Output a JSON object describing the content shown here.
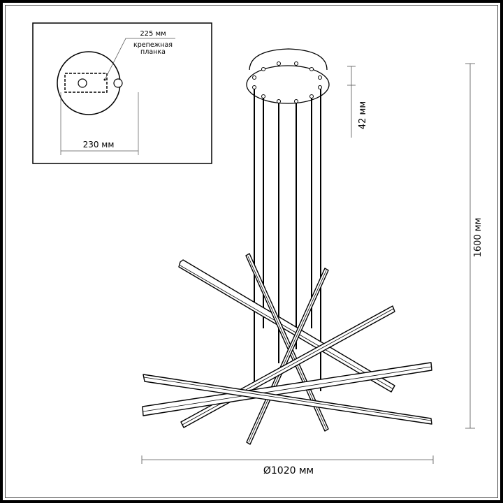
{
  "inset": {
    "mount_plate_label": "225 мм",
    "mounting_bar_label_line1": "крепежная",
    "mounting_bar_label_line2": "планка",
    "canopy_diameter_label": "230 мм"
  },
  "dimensions": {
    "canopy_height_label": "42 мм",
    "total_height_label": "1600 мм",
    "diameter_label": "Ø1020 мм"
  },
  "colors": {
    "line": "#000000",
    "dimension_line": "#555555",
    "background": "#ffffff"
  }
}
